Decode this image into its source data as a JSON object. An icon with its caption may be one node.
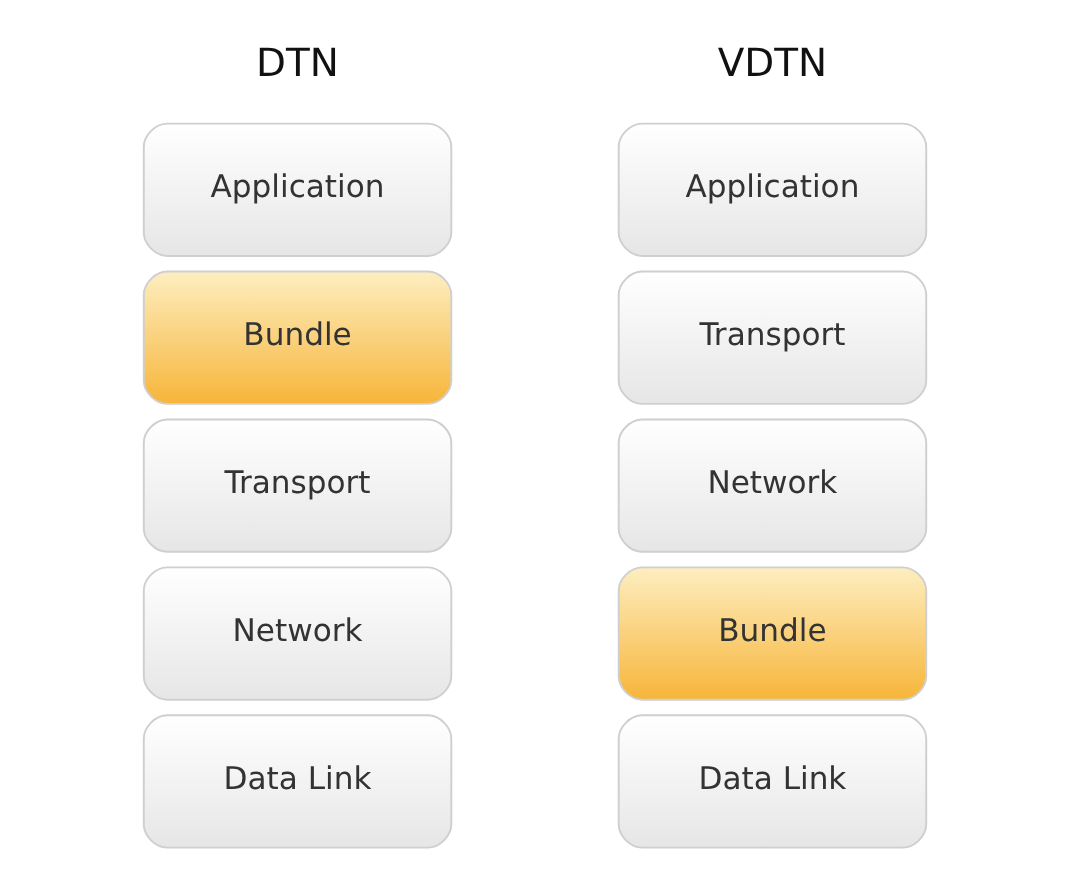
{
  "diagram": {
    "nodes": [
      {
        "text": [
          "Application"
        ]
      },
      {
        "text": [
          "Bundle"
        ]
      },
      {
        "text": [
          "Transport"
        ]
      },
      {
        "text": [
          "Network"
        ]
      },
      {
        "text": [
          "Data Link"
        ]
      },
      {
        "text": [
          "Application"
        ]
      },
      {
        "text": [
          "Transport"
        ]
      },
      {
        "text": [
          "Network"
        ]
      },
      {
        "text": [
          "Bundle"
        ]
      },
      {
        "text": [
          "Data Link"
        ]
      }
    ],
    "labels": [
      "DTN",
      "VDTN"
    ]
  }
}
